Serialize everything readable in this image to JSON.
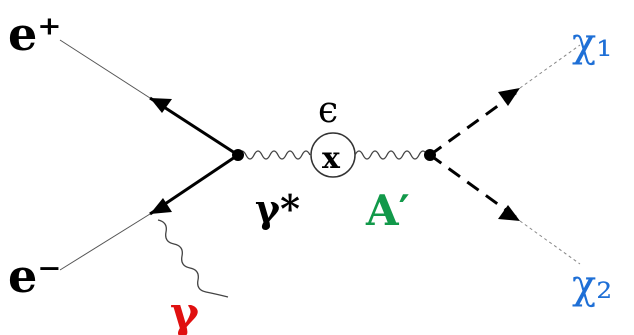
{
  "labels": {
    "positron": "e⁺",
    "electron": "e⁻",
    "photon": "γ",
    "virtual_photon": "γ*",
    "mixing": "ϵ",
    "cross": "x",
    "dark_photon": "A′",
    "chi1": "χ₁",
    "chi2": "χ₂"
  },
  "colors": {
    "photon": "#e01010",
    "dark_photon": "#12994a",
    "chi": "#1e6fd6",
    "line": "#000000"
  }
}
